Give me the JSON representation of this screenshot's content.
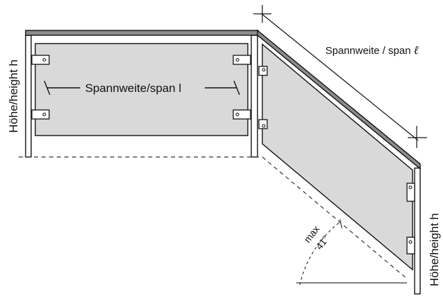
{
  "labels": {
    "span_left": "Spannweite/span l",
    "span_right": "Spannweite / span",
    "span_right_symbol": "ℓ",
    "height_left": "Höhe/height h",
    "height_right": "Höhe/height h",
    "angle_max": "max",
    "angle_value": "41°"
  },
  "colors": {
    "panel_fill": "#d9d9d9",
    "frame_fill": "#ffffff",
    "rail_fill": "#8c8c8c",
    "line": "#111111",
    "hidden_line": "#333333"
  }
}
